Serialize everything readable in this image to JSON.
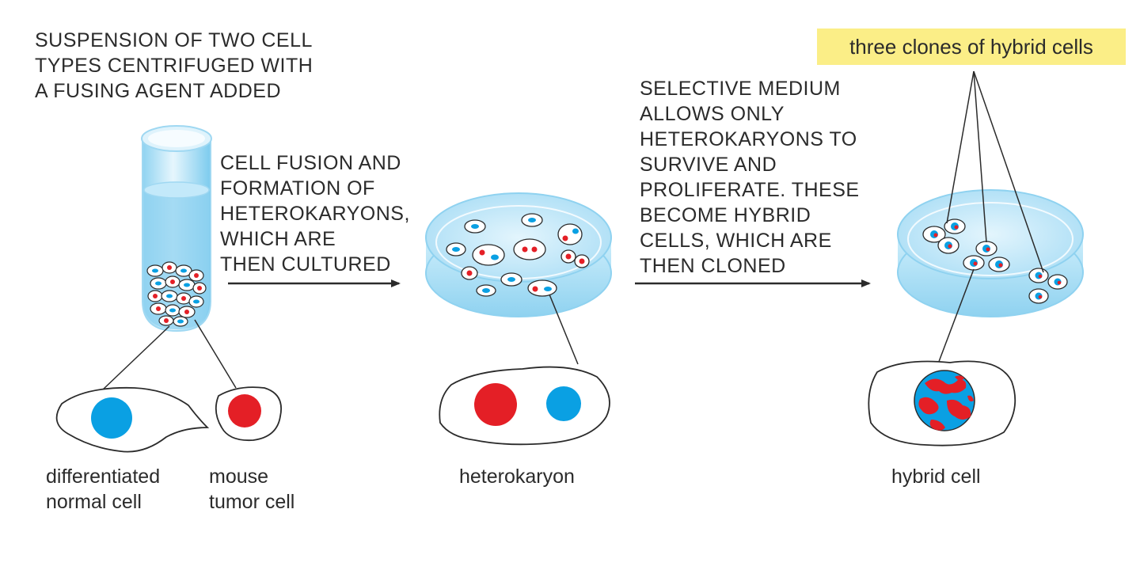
{
  "labels": {
    "suspension": "SUSPENSION OF TWO CELL\nTYPES CENTRIFUGED WITH\nA FUSING AGENT ADDED",
    "fusion": "CELL FUSION AND\nFORMATION OF\nHETEROKARYONS,\nWHICH ARE\nTHEN CULTURED",
    "selective": "SELECTIVE MEDIUM\nALLOWS ONLY\nHETEROKARYONS TO\nSURVIVE AND\nPROLIFERATE. THESE\nBECOME HYBRID\nCELLS, WHICH ARE\nTHEN CLONED",
    "clones": "three clones of hybrid cells",
    "normal_cell": "differentiated\nnormal cell",
    "tumor_cell": "mouse\ntumor cell",
    "heterokaryon": "heterokaryon",
    "hybrid_cell": "hybrid cell"
  },
  "colors": {
    "nucleus_red": "#e41f26",
    "nucleus_blue": "#0aa0e3",
    "medium_blue": "#a9ddf5",
    "dish_blue": "#bfe6f8",
    "highlight": "#fbee87",
    "outline": "#2b2b2b"
  },
  "icons": {
    "tube": "test-tube-icon",
    "dish": "petri-dish-icon",
    "arrow": "arrow-right-icon"
  }
}
